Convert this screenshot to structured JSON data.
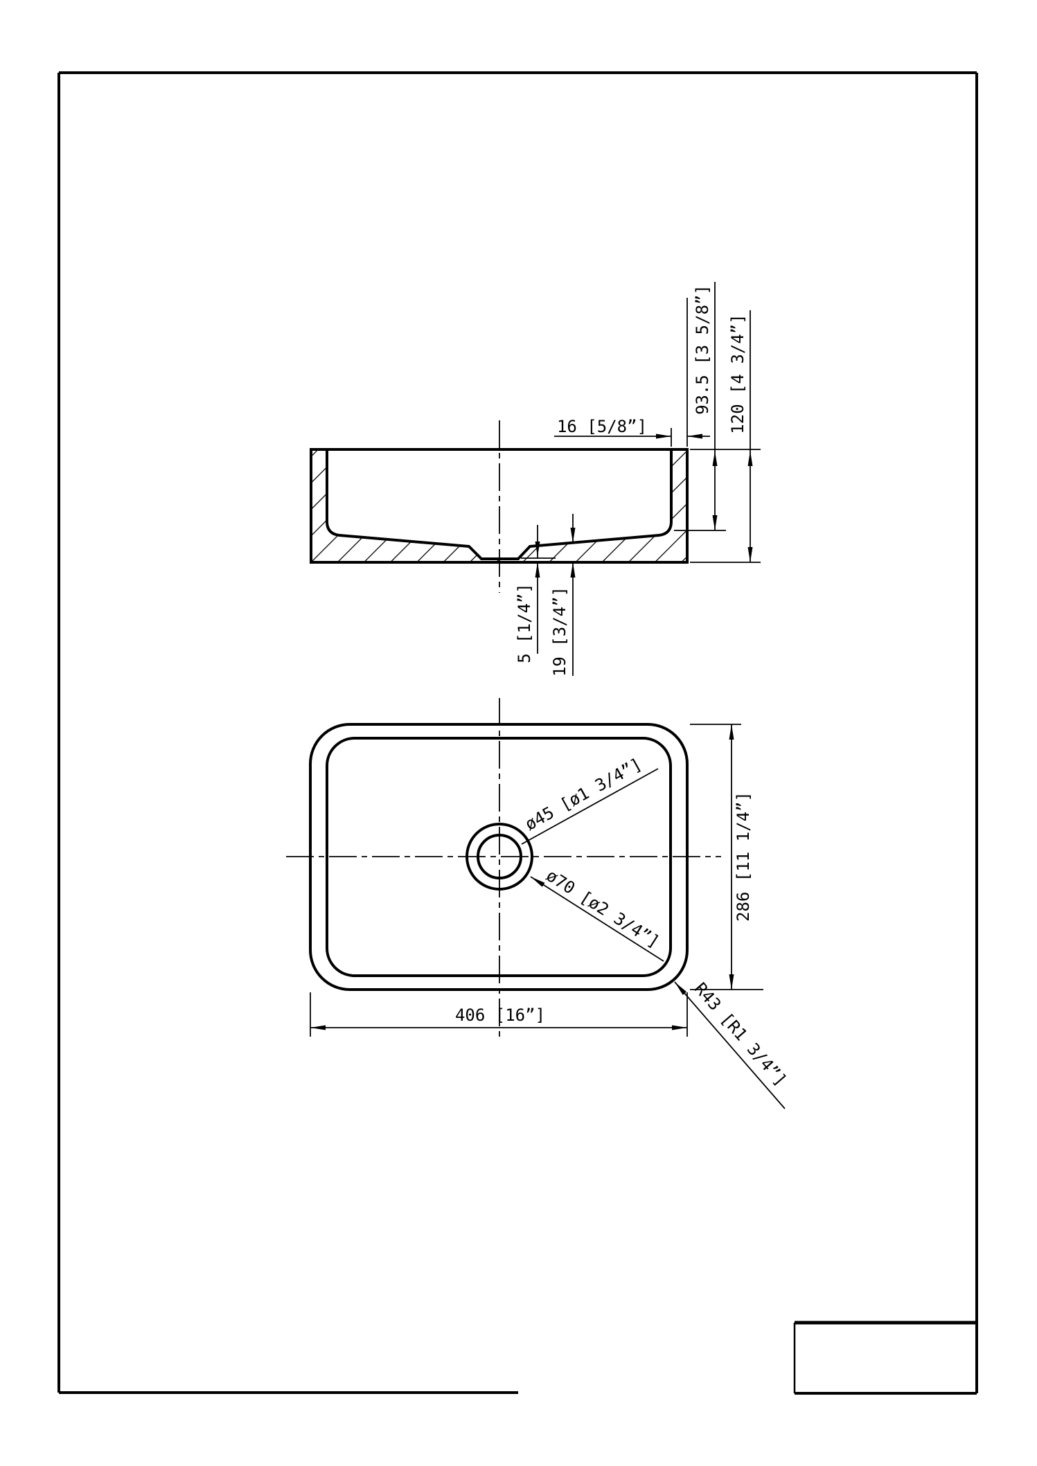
{
  "page": {
    "background_color": "#ffffff",
    "line_color": "#000000",
    "title_block_text": ""
  },
  "section_view": {
    "description": "front sectional view of rectangular vessel sink",
    "dims": {
      "wall_thickness": "16 [5/8”]",
      "inner_depth": "93.5 [3 5/8”]",
      "overall_height": "120 [4 3/4”]",
      "drain_recess_thickness": "5 [1/4”]",
      "base_thickness": "19 [3/4”]"
    }
  },
  "plan_view": {
    "description": "top plan view of rectangular vessel sink with center drain",
    "dims": {
      "overall_width": "406 [16”]",
      "overall_depth": "286 [11 1/4”]",
      "drain_inner_diameter": "ø45 [ø1 3/4”]",
      "drain_outer_diameter": "ø70 [ø2 3/4”]",
      "corner_radius": "R43 [R1 3/4”]"
    }
  }
}
